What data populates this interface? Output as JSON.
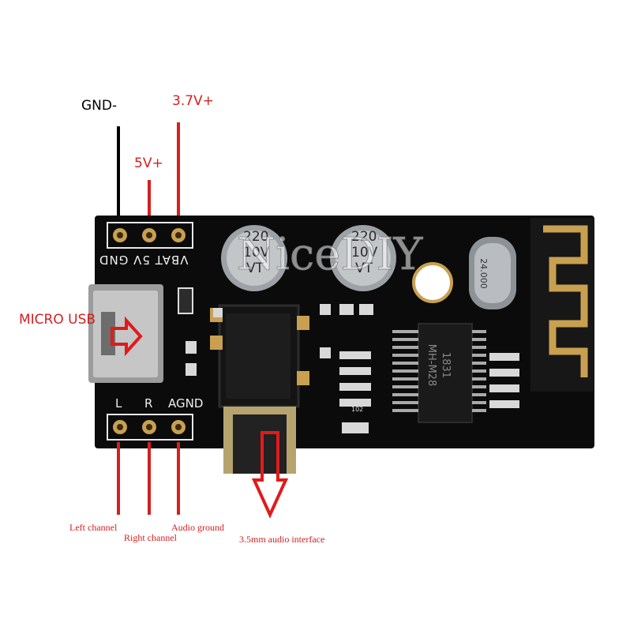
{
  "power_labels": {
    "gnd": "GND-",
    "v37": "3.7V+",
    "v5": "5V+"
  },
  "side_labels": {
    "micro_usb": "MICRO USB"
  },
  "bottom_labels": {
    "left_channel": "Left channel",
    "right_channel": "Right channel",
    "audio_ground": "Audio ground",
    "audio_interface": "3.5mm audio interface"
  },
  "silkscreen": {
    "top_pins": "VBAT 5V GND",
    "bottom_pins": [
      "L",
      "R",
      "AGND"
    ],
    "capacitor_1": [
      "220",
      "10V",
      "VT"
    ],
    "capacitor_2": [
      "220",
      "10V",
      "VT"
    ],
    "crystal": "24.000",
    "chip": [
      "MH-M28",
      "1831"
    ],
    "chip_res_mark": "102"
  },
  "watermark": "NiceDIY",
  "colors": {
    "label_red": "#d42020",
    "board": "#0b0b0b",
    "gold": "#c8a050",
    "arrow_red": "#e11a1a"
  }
}
